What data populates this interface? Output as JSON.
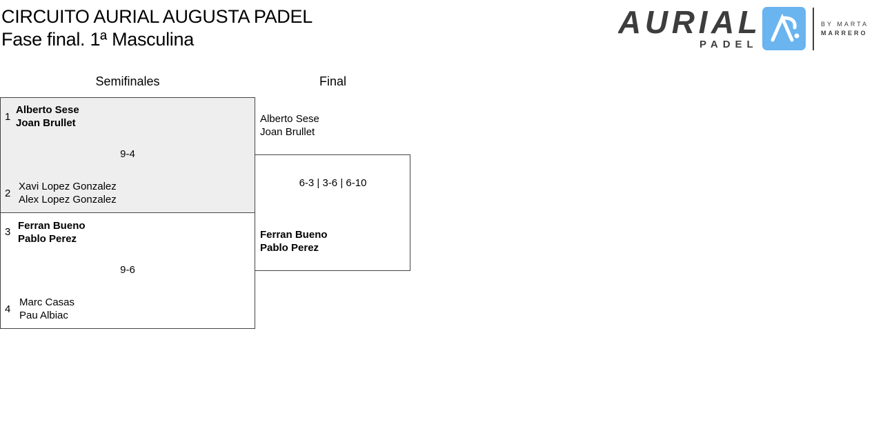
{
  "header": {
    "title": "CIRCUITO AURIAL AUGUSTA PADEL",
    "subtitle": "Fase final. 1ª Masculina"
  },
  "logo": {
    "brand": "AURIAL",
    "sub": "PADEL",
    "mark": "AP",
    "by": "BY MARTA",
    "by2": "MARRERO",
    "accent": "#6ab4f0"
  },
  "rounds": [
    "Semifinales",
    "Final"
  ],
  "semis": [
    {
      "seed1": "1",
      "team1": [
        "Alberto Sese",
        "Joan Brullet"
      ],
      "seed2": "2",
      "team2": [
        "Xavi Lopez Gonzalez",
        "Alex Lopez Gonzalez"
      ],
      "score": "9-4"
    },
    {
      "seed1": "3",
      "team1": [
        "Ferran Bueno",
        "Pablo Perez"
      ],
      "seed2": "4",
      "team2": [
        "Marc Casas",
        "Pau Albiac"
      ],
      "score": "9-6"
    }
  ],
  "final": {
    "team1": [
      "Alberto Sese",
      "Joan Brullet"
    ],
    "team2": [
      "Ferran Bueno",
      "Pablo Perez"
    ],
    "score": "6-3 | 3-6 | 6-10"
  }
}
